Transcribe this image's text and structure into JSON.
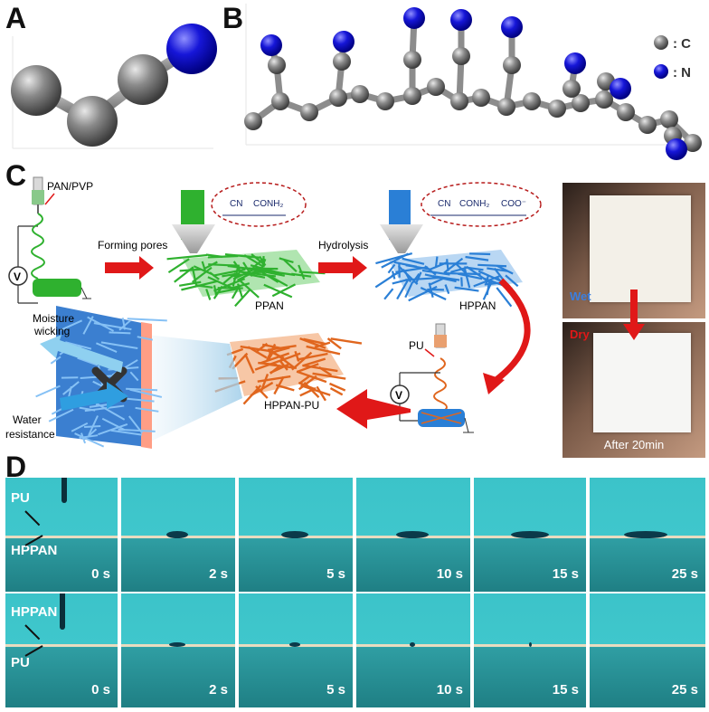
{
  "panels": {
    "a": "A",
    "b": "B",
    "c": "C",
    "d": "D"
  },
  "legend_b": {
    "carbon": ": C",
    "nitrogen": ": N",
    "carbon_color": "#7a7a7a",
    "nitrogen_color": "#1a1acc"
  },
  "panel_c": {
    "syringe_pan_label": "PAN/PVP",
    "voltage_symbol": "V",
    "step1_label": "Forming pores",
    "ppan_label": "PPAN",
    "ppan_formula": [
      "CN",
      "CONH₂"
    ],
    "step2_label": "Hydrolysis",
    "hppan_label": "HPPAN",
    "hppan_formula": [
      "CN",
      "CONH₂",
      "COO⁻"
    ],
    "syringe_pu_label": "PU",
    "hppan_pu_label": "HPPAN-PU",
    "moisture_label_1": "Moisture",
    "moisture_label_2": "wicking",
    "water_label_1": "Water",
    "water_label_2": "resistance",
    "photo_wet_label": "Wet",
    "photo_dry_label": "Dry",
    "photo_time_label": "After 20min",
    "green_fiber_color": "#2fb12f",
    "blue_fiber_color": "#2a7fd6",
    "orange_fiber_color": "#e0661e",
    "arrow_color": "#e01818"
  },
  "panel_d": {
    "row1_top_label": "PU",
    "row1_bottom_label": "HPPAN",
    "row2_top_label": "HPPAN",
    "row2_bottom_label": "PU",
    "times": [
      "0 s",
      "2 s",
      "5 s",
      "10 s",
      "15 s",
      "25 s"
    ],
    "bg_color": "#3cc3c9"
  }
}
